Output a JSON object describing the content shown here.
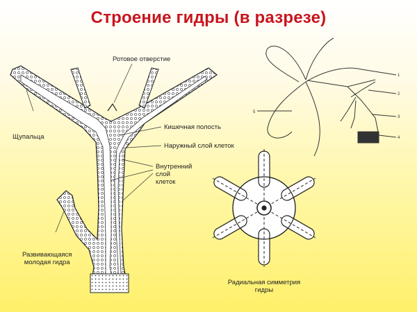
{
  "slide": {
    "title": "Строение гидры (в разрезе)",
    "title_color": "#c8141e"
  },
  "diagram": {
    "labels": {
      "mouth": "Ротовое отверстие",
      "tentacles": "Щупальца",
      "gut_cavity": "Кишечная полость",
      "outer_layer": "Наружный слой клеток",
      "inner_layer_1": "Внутренний",
      "inner_layer_2": "слой",
      "inner_layer_3": "клеток",
      "bud_1": "Развивающаяся",
      "bud_2": "молодая гидра",
      "symmetry_1": "Радиальная симметрия",
      "symmetry_2": "гидры"
    },
    "small_figure_marks": [
      "1",
      "2",
      "3",
      "4",
      "5"
    ]
  }
}
